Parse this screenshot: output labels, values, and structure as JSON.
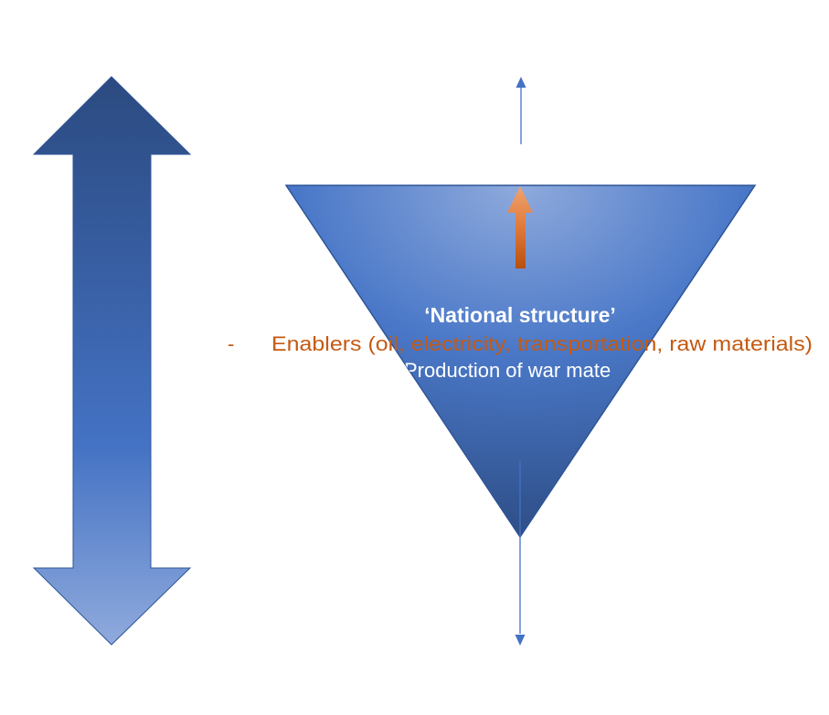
{
  "diagram": {
    "title": "‘National structure’",
    "bullet_marker": "-",
    "enablers_text": "Enablers (oil, electricity, transportation, raw materials)",
    "production_text": "Production of war materiel",
    "production_visible": "Production of war mate"
  },
  "colors": {
    "shape_dark": "#2e4f87",
    "shape_mid": "#4472c4",
    "shape_light": "#8faadc",
    "inner_arrow_light": "#f4b183",
    "inner_arrow_dark": "#c55a11",
    "axis_line": "#4472c4",
    "enabler_text": "#c55a11",
    "title_text": "#ffffff"
  },
  "icons": {
    "double_arrow": "up-down-double-arrow",
    "triangle": "inverted-triangle",
    "inner_arrow": "up-arrow",
    "axis_up": "arrow-up-icon",
    "axis_down": "arrow-down-icon"
  }
}
